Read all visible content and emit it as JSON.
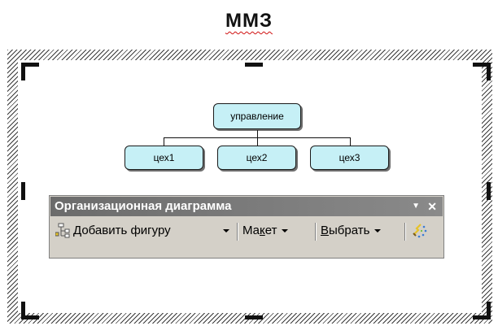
{
  "slide": {
    "title": "ММЗ"
  },
  "org_chart": {
    "root": "управление",
    "children": [
      "цех1",
      "цех2",
      "цех3"
    ]
  },
  "toolbar": {
    "title": "Организационная диаграмма",
    "menu_arrow": "▼",
    "close": "✕",
    "add_shape": {
      "hotkey": "Д",
      "rest": "обавить фигуру"
    },
    "layout": {
      "pre": "Ма",
      "hotkey": "к",
      "post": "ет"
    },
    "select": {
      "hotkey": "В",
      "rest": "ыбрать"
    }
  },
  "icons": [
    "add-shape-icon",
    "autoformat-icon",
    "dropdown-arrow-icon"
  ]
}
